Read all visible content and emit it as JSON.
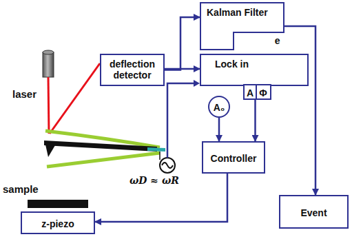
{
  "diagram": {
    "nodes": [
      {
        "text": [
          "Kalman Filter"
        ]
      },
      {
        "text": [
          "e"
        ],
        "in": 0
      },
      {
        "text": [
          "deflection detector"
        ]
      },
      {
        "text": [
          "Lock in"
        ]
      },
      {
        "text": [
          "A"
        ],
        "in": 3
      },
      {
        "text": [
          "Φ"
        ],
        "in": 3
      },
      {
        "text": [
          "A₀"
        ]
      },
      {
        "text": [
          "Controller"
        ]
      },
      {
        "text": [
          "Event"
        ]
      },
      {
        "text": [
          "z-piezo"
        ]
      }
    ],
    "edges": [
      {
        "from": 2,
        "to": 0,
        "arrow": "to"
      },
      {
        "from": 2,
        "to": 3,
        "arrow": "to"
      },
      {
        "from": 0,
        "to": 8,
        "arrow": "to"
      },
      {
        "from": 3,
        "to": 7,
        "arrow": "to"
      },
      {
        "from": 6,
        "to": 7,
        "arrow": "to"
      },
      {
        "from": 7,
        "to": 9,
        "arrow": "to"
      }
    ],
    "labels": [
      "laser",
      "sample",
      "ωD ≈ ωR"
    ]
  }
}
